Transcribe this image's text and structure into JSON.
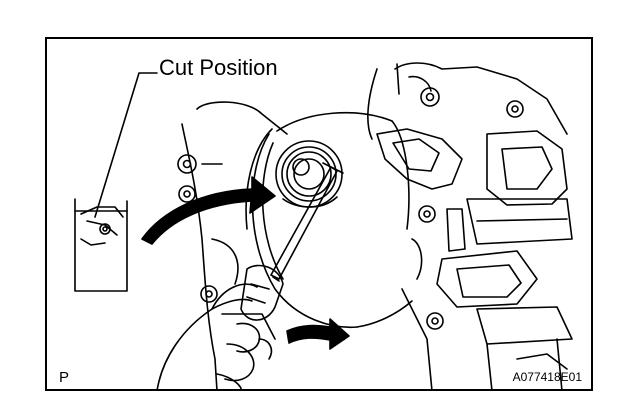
{
  "figure": {
    "callout_label": "Cut Position",
    "view_letter": "P",
    "figure_code": "A077418E01"
  },
  "colors": {
    "line": "#000000",
    "background": "#ffffff"
  },
  "icons": {
    "motion_arrows": "curved-arrow-icon",
    "direction_arrow": "right-arrow-icon"
  }
}
